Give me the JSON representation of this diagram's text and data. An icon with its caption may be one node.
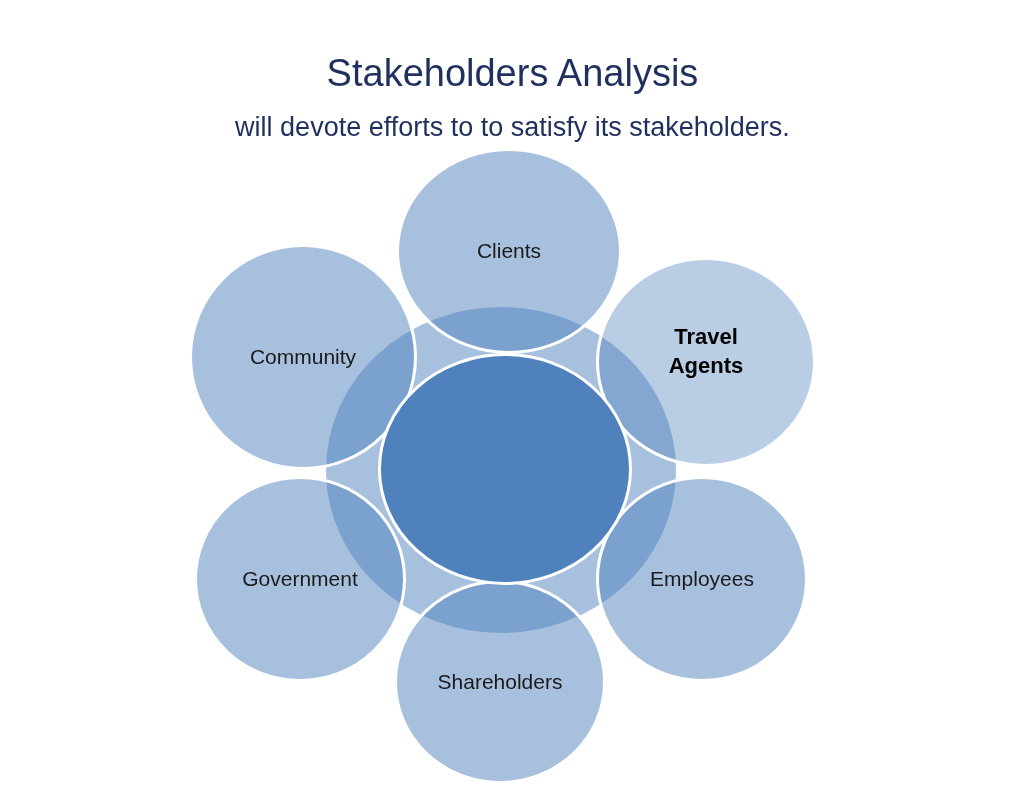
{
  "diagram": {
    "title": "Stakeholders Analysis",
    "nodes": [
      {
        "text": [
          "Clients"
        ]
      },
      {
        "text": [
          "Community"
        ]
      },
      {
        "text": [
          "Travel Agents"
        ]
      },
      {
        "text": [],
        "shape": "circle"
      },
      {
        "text": [],
        "shape": "circle",
        "in": 3
      },
      {
        "text": [
          "Government"
        ]
      },
      {
        "text": [
          "Employees"
        ]
      },
      {
        "text": [
          "Shareholders"
        ]
      }
    ],
    "labels": [
      "will devote efforts to to satisfy its stakeholders."
    ]
  }
}
